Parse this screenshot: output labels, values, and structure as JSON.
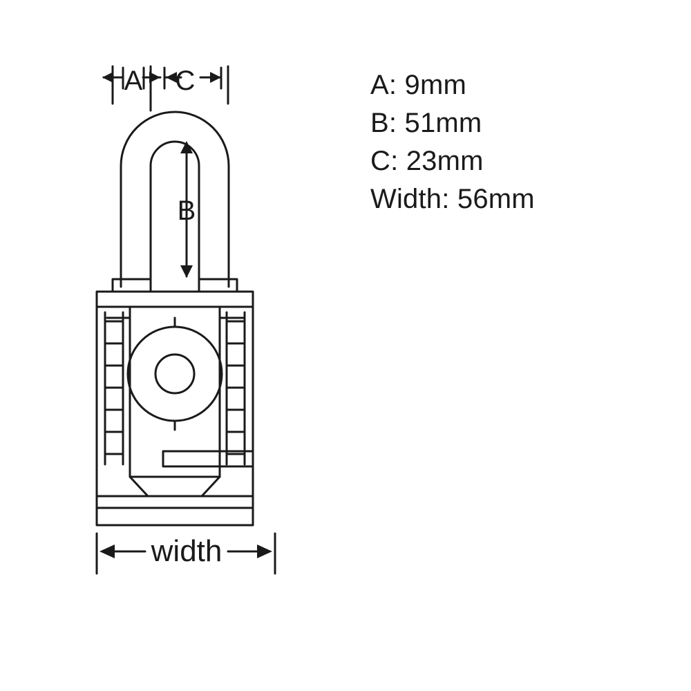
{
  "diagram": {
    "type": "technical-drawing",
    "subject": "padlock-dimensions",
    "labels": {
      "a": "A",
      "b": "B",
      "c": "C",
      "width": "width"
    },
    "stroke_color": "#1a1a1a",
    "fill_color": "#ffffff"
  },
  "legend": {
    "lines": [
      "A: 9mm",
      "B: 51mm",
      "C: 23mm",
      "Width: 56mm"
    ]
  }
}
